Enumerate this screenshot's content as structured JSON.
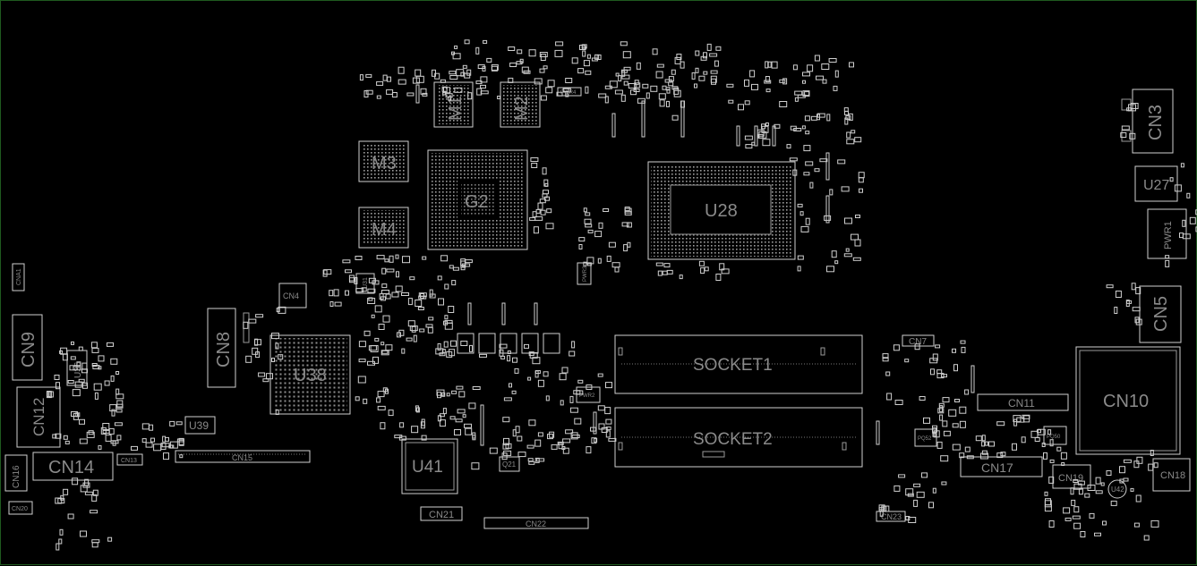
{
  "labels": {
    "m1": "M1",
    "m2": "M2",
    "m3": "M3",
    "m4": "M4",
    "g2": "G2",
    "u28": "U28",
    "u38": "U38",
    "u41": "U41",
    "cn3": "CN3",
    "u27": "U27",
    "pwr1": "PWR1",
    "cn5": "CN5",
    "cn4": "CN4",
    "cn8": "CN8",
    "cn9": "CN9",
    "cn12": "CN12",
    "cn14": "CN14",
    "cn15": "CN15",
    "cn16": "CN16",
    "cn13": "CN13",
    "cn20": "CN20",
    "u36": "U36",
    "u39": "U39",
    "cna1": "CNA1",
    "socket1": "SOCKET1",
    "socket2": "SOCKET2",
    "cn7": "CN7",
    "cn10": "CN10",
    "cn11": "CN11",
    "cn17": "CN17",
    "cn18": "CN18",
    "cn19": "CN19",
    "cn21": "CN21",
    "cn22": "CN22",
    "cn23": "CN23",
    "u42": "U42",
    "q21": "Q21",
    "u31": "U31",
    "pwr2": "PWR2",
    "pwr3": "PWR3",
    "pwr4": "PWR4",
    "pq52": "PQ52",
    "pq50": "PQ50"
  },
  "colors": {
    "background": "#000000",
    "outline": "#cfcfcf",
    "label": "#8a8a8a",
    "frame": "#1f5a1f"
  }
}
